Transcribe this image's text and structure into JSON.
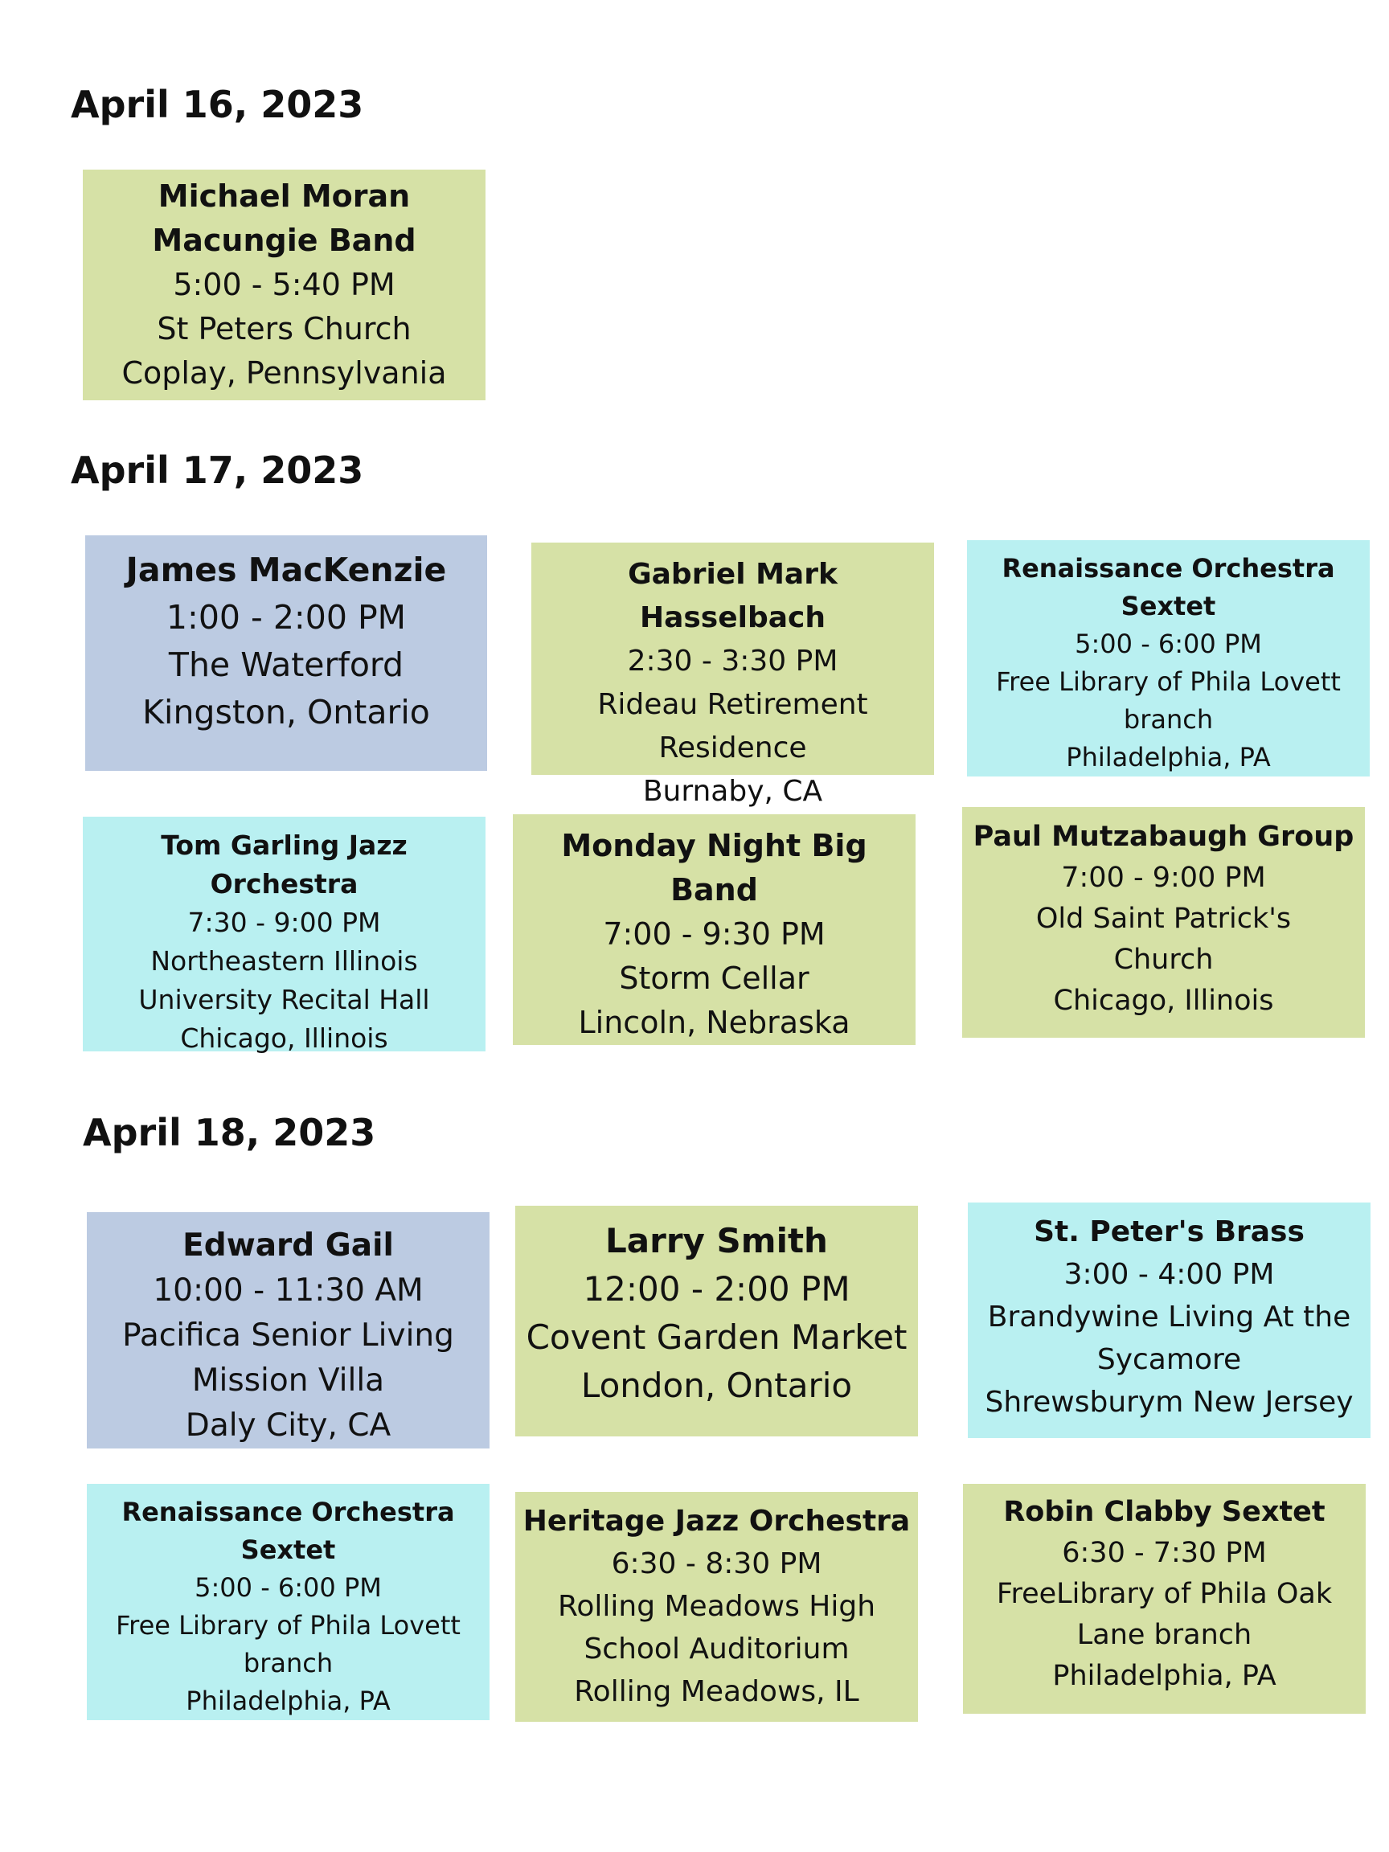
{
  "colors": {
    "green": "#d6e1a6",
    "blue": "#bccbe2",
    "cyan": "#b9f0f1"
  },
  "days": [
    {
      "date": "April 16, 2023",
      "events": [
        {
          "name": "Michael Moran\nMacungie Band",
          "time": "5:00 - 5:40 PM",
          "venue": "St Peters Church",
          "location": "Coplay, Pennsylvania",
          "color": "green"
        }
      ]
    },
    {
      "date": "April 17, 2023",
      "events": [
        {
          "name": "James MacKenzie",
          "time": "1:00 - 2:00 PM",
          "venue": "The Waterford",
          "location": "Kingston, Ontario",
          "color": "blue"
        },
        {
          "name": "Gabriel Mark Hasselbach",
          "time": "2:30 - 3:30 PM",
          "venue": "Rideau Retirement\nResidence",
          "location": "Burnaby, CA",
          "color": "green"
        },
        {
          "name": "Renaissance Orchestra\nSextet",
          "time": "5:00 - 6:00 PM",
          "venue": "Free Library of Phila Lovett\nbranch",
          "location": "Philadelphia, PA",
          "color": "cyan"
        },
        {
          "name": "Tom Garling Jazz Orchestra",
          "time": "7:30 - 9:00 PM",
          "venue": "Northeastern Illinois\nUniversity Recital Hall",
          "location": "Chicago, Illinois",
          "color": "cyan"
        },
        {
          "name": "Monday Night Big Band",
          "time": "7:00 - 9:30 PM",
          "venue": "Storm Cellar",
          "location": "Lincoln, Nebraska",
          "color": "green"
        },
        {
          "name": "Paul Mutzabaugh Group",
          "time": "7:00 - 9:00 PM",
          "venue": "Old Saint Patrick's\nChurch",
          "location": "Chicago, Illinois",
          "color": "green"
        }
      ]
    },
    {
      "date": "April 18, 2023",
      "events": [
        {
          "name": "Edward Gail",
          "time": "10:00 - 11:30 AM",
          "venue": "Pacifica Senior Living\nMission Villa",
          "location": "Daly City, CA",
          "color": "blue"
        },
        {
          "name": "Larry Smith",
          "time": "12:00 - 2:00 PM",
          "venue": "Covent Garden Market",
          "location": "London, Ontario",
          "color": "green"
        },
        {
          "name": "St. Peter's Brass",
          "time": "3:00 - 4:00 PM",
          "venue": "Brandywine Living At the\nSycamore",
          "location": "Shrewsburym New Jersey",
          "color": "cyan"
        },
        {
          "name": "Renaissance Orchestra\nSextet",
          "time": "5:00 - 6:00 PM",
          "venue": "Free Library of Phila Lovett\nbranch",
          "location": "Philadelphia, PA",
          "color": "cyan"
        },
        {
          "name": "Heritage Jazz Orchestra",
          "time": "6:30 - 8:30 PM",
          "venue": "Rolling Meadows High\nSchool Auditorium",
          "location": "Rolling Meadows, IL",
          "color": "green"
        },
        {
          "name": "Robin Clabby Sextet",
          "time": "6:30 - 7:30 PM",
          "venue": "FreeLibrary of Phila Oak\nLane branch",
          "location": "Philadelphia, PA",
          "color": "green"
        }
      ]
    }
  ]
}
